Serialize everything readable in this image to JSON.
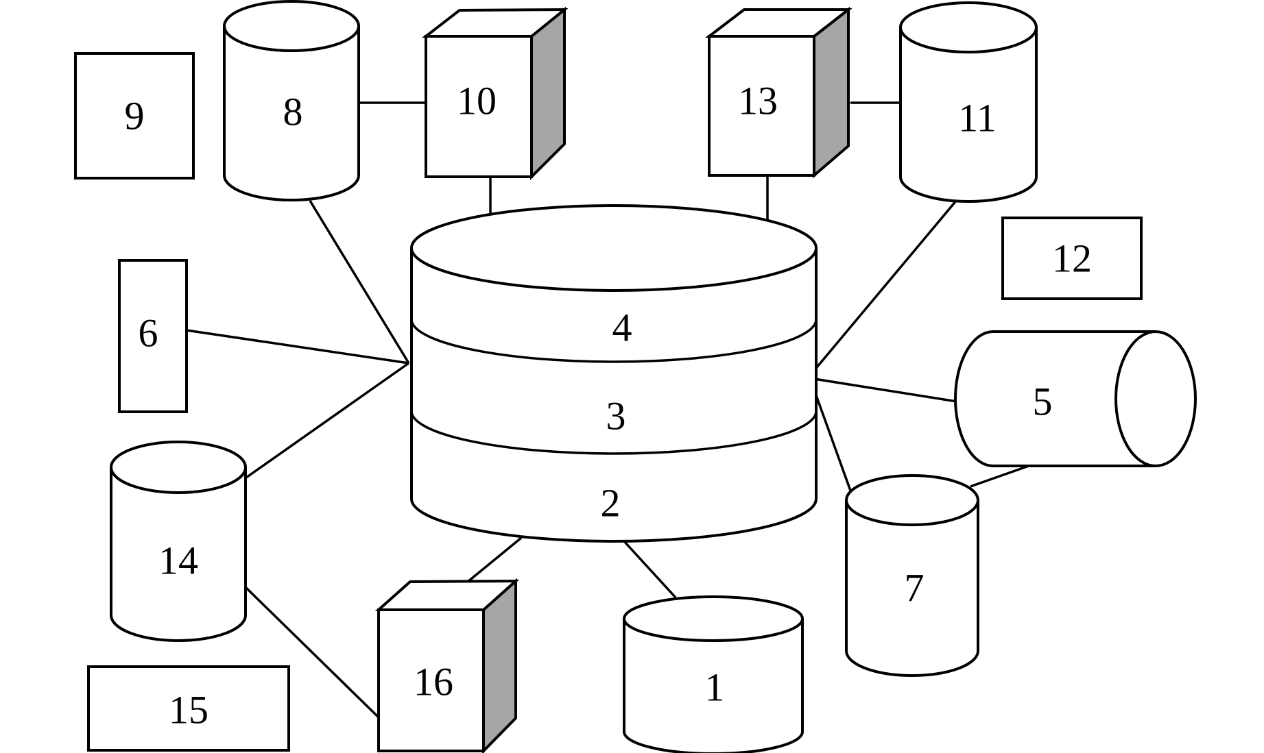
{
  "diagram": {
    "nodes": [
      {
        "id": "1",
        "label": "1",
        "shape": "cylinder"
      },
      {
        "id": "2",
        "label": "2",
        "shape": "stacked-cylinder-layer"
      },
      {
        "id": "3",
        "label": "3",
        "shape": "stacked-cylinder-layer"
      },
      {
        "id": "4",
        "label": "4",
        "shape": "stacked-cylinder-layer"
      },
      {
        "id": "5",
        "label": "5",
        "shape": "horizontal-cylinder"
      },
      {
        "id": "6",
        "label": "6",
        "shape": "rectangle"
      },
      {
        "id": "7",
        "label": "7",
        "shape": "cylinder"
      },
      {
        "id": "8",
        "label": "8",
        "shape": "cylinder"
      },
      {
        "id": "9",
        "label": "9",
        "shape": "rectangle"
      },
      {
        "id": "10",
        "label": "10",
        "shape": "box-3d"
      },
      {
        "id": "11",
        "label": "11",
        "shape": "cylinder"
      },
      {
        "id": "12",
        "label": "12",
        "shape": "rectangle"
      },
      {
        "id": "13",
        "label": "13",
        "shape": "box-3d"
      },
      {
        "id": "14",
        "label": "14",
        "shape": "cylinder"
      },
      {
        "id": "15",
        "label": "15",
        "shape": "rectangle"
      },
      {
        "id": "16",
        "label": "16",
        "shape": "box-3d"
      }
    ],
    "edges": [
      [
        "8",
        "10"
      ],
      [
        "13",
        "11"
      ],
      [
        "10",
        "center"
      ],
      [
        "13",
        "center"
      ],
      [
        "8",
        "center"
      ],
      [
        "6",
        "center"
      ],
      [
        "14",
        "center"
      ],
      [
        "11",
        "center"
      ],
      [
        "5",
        "center"
      ],
      [
        "7",
        "center"
      ],
      [
        "5",
        "7"
      ],
      [
        "center",
        "16"
      ],
      [
        "center",
        "1"
      ],
      [
        "14",
        "16"
      ]
    ],
    "colors": {
      "stroke": "#000000",
      "fill": "#ffffff",
      "shade": "#a6a6a6"
    }
  }
}
